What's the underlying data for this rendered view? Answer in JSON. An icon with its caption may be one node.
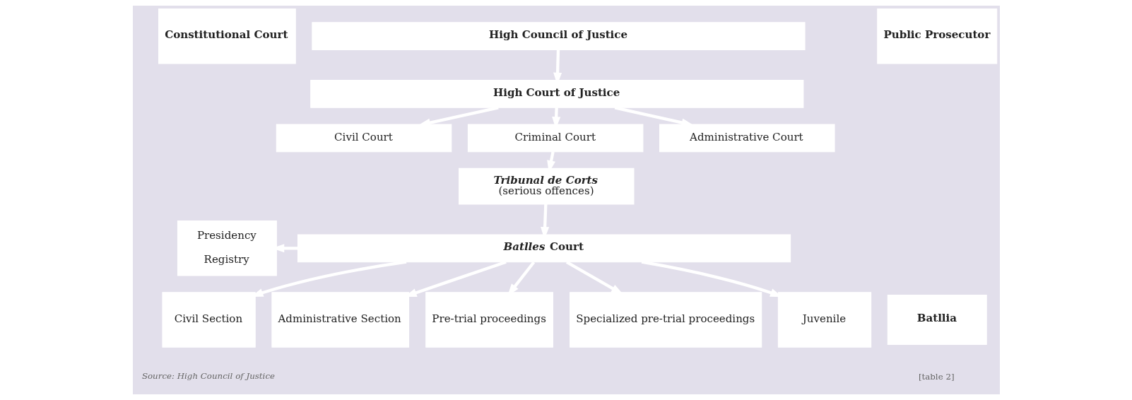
{
  "diagram": {
    "nodes": [
      {
        "text": [
          "Constitutional Court"
        ]
      },
      {
        "text": [
          "High Council of Justice"
        ]
      },
      {
        "text": [
          "High Court of Justice"
        ]
      },
      {
        "text": [
          "Public Prosecutor"
        ]
      },
      {
        "text": [
          "Civil Court"
        ]
      },
      {
        "text": [
          "Criminal Court"
        ]
      },
      {
        "text": [
          "Administrative Court"
        ]
      },
      {
        "text": [
          "Tribunal de Corts",
          "(serious offences)"
        ]
      },
      {
        "text": [
          "Presidency",
          "Registry"
        ]
      },
      {
        "text": [
          "*Batlles* Court"
        ]
      },
      {
        "text": [
          "Civil Section"
        ]
      },
      {
        "text": [
          "Administrative Section"
        ]
      },
      {
        "text": [
          "Pre-trial proceedings"
        ]
      },
      {
        "text": [
          "Specialized pre-trial proceedings"
        ]
      },
      {
        "text": [
          "Juvenile"
        ]
      },
      {
        "text": [
          "Batllia"
        ]
      }
    ],
    "edges": [
      {
        "from": 1,
        "to": 2,
        "arrow": "to"
      },
      {
        "from": 2,
        "to": 4,
        "arrow": "to"
      },
      {
        "from": 2,
        "to": 5,
        "arrow": "to"
      },
      {
        "from": 2,
        "to": 6,
        "arrow": "to"
      },
      {
        "from": 5,
        "to": 7,
        "arrow": "to"
      },
      {
        "from": 7,
        "to": 9,
        "arrow": "to"
      },
      {
        "from": 9,
        "to": 8,
        "arrow": "to"
      },
      {
        "from": 9,
        "to": 10,
        "arrow": "to"
      },
      {
        "from": 9,
        "to": 11,
        "arrow": "to"
      },
      {
        "from": 9,
        "to": 12,
        "arrow": "to"
      },
      {
        "from": 9,
        "to": 13,
        "arrow": "to"
      },
      {
        "from": 9,
        "to": 14,
        "arrow": "to"
      }
    ],
    "labels": [
      "Source: High Council of Justice",
      "[table 2]"
    ]
  }
}
